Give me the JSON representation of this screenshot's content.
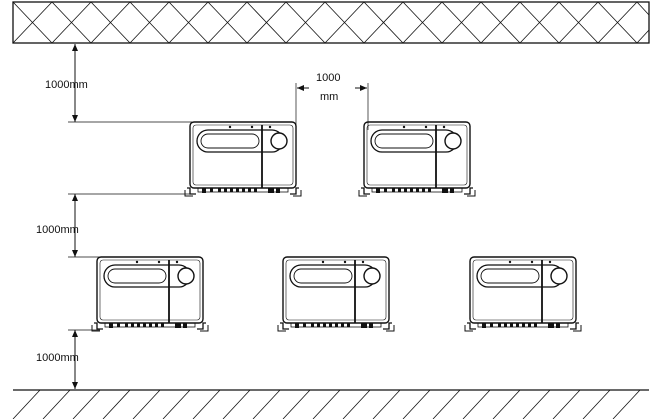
{
  "labels": {
    "top_clearance": "1000mm",
    "horizontal_gap_value": "1000",
    "horizontal_gap_unit": "mm",
    "vertical_gap": "1000mm",
    "bottom_clearance": "1000mm"
  },
  "colors": {
    "line": "#111111",
    "background": "#ffffff"
  }
}
